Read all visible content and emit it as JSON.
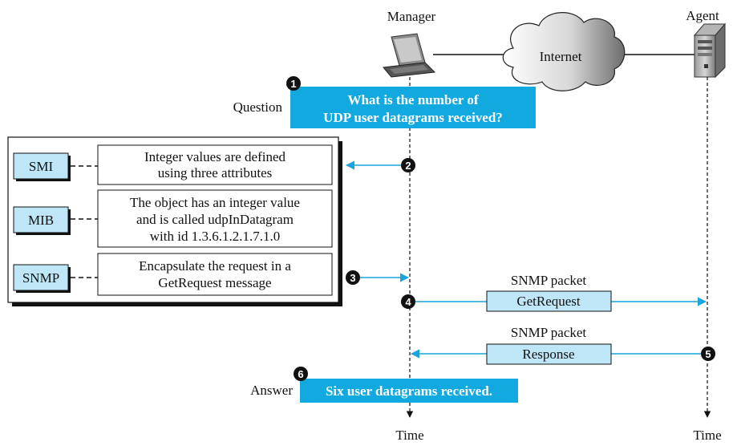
{
  "entities": {
    "manager_label": "Manager",
    "agent_label": "Agent",
    "cloud_label": "Internet",
    "time_label_manager": "Time",
    "time_label_agent": "Time"
  },
  "question": {
    "label": "Question",
    "step": "1",
    "lines": [
      "What is the number of",
      "UDP user datagrams received?"
    ]
  },
  "protocols": [
    {
      "name": "SMI",
      "lines": [
        "Integer values are defined",
        "using three attributes"
      ]
    },
    {
      "name": "MIB",
      "lines": [
        "The object has an integer value",
        "and is called udpInDatagram",
        "with id 1.3.6.1.2.1.7.1.0"
      ]
    },
    {
      "name": "SNMP",
      "lines": [
        "Encapsulate the request in a",
        "GetRequest message"
      ]
    }
  ],
  "steps": {
    "s2": "2",
    "s3": "3",
    "s4": "4",
    "s5": "5",
    "s6": "6"
  },
  "packets": {
    "request": {
      "caption": "SNMP packet",
      "label": "GetRequest"
    },
    "response": {
      "caption": "SNMP packet",
      "label": "Response"
    }
  },
  "answer": {
    "label": "Answer",
    "text": "Six user datagrams received."
  },
  "colors": {
    "accent_blue": "#12a8e0",
    "box_light_blue": "#bfe6f7",
    "arrow_blue": "#1aa3dc",
    "step_circle": "#111111"
  }
}
